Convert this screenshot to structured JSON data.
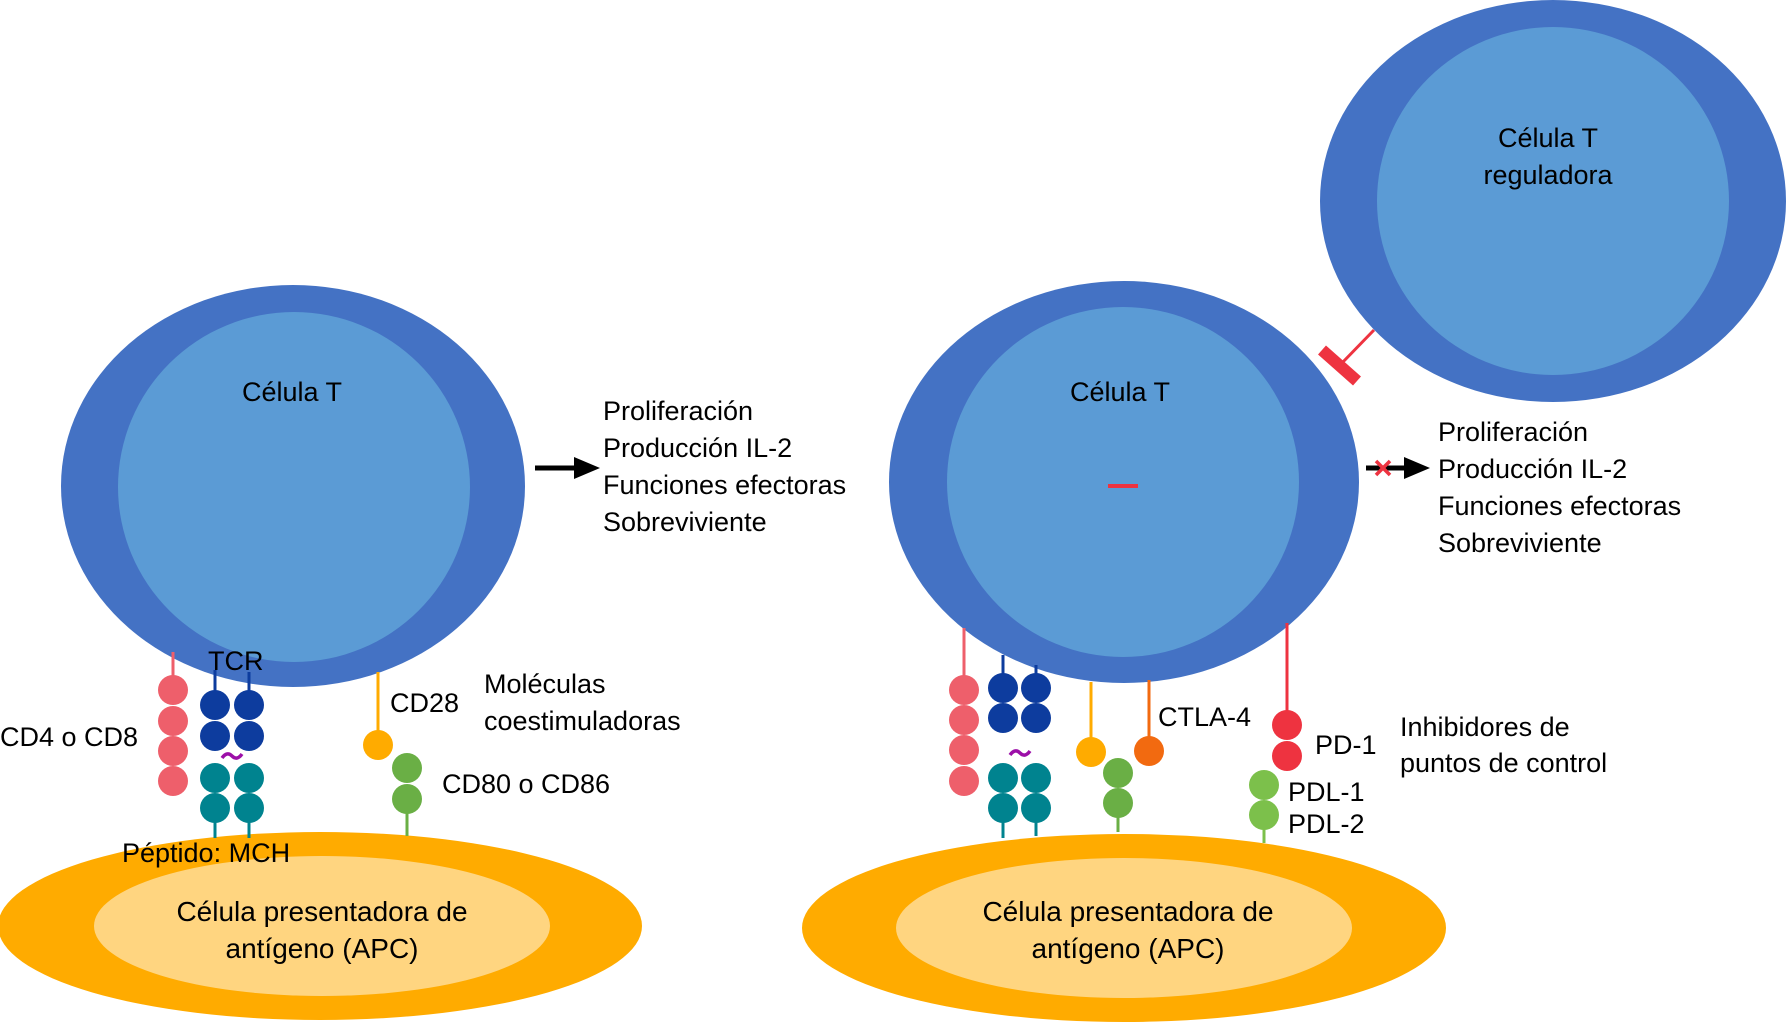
{
  "colors": {
    "cell_outer": "#4472C4",
    "cell_inner": "#5B9BD5",
    "apc_outer": "#FFAB00",
    "apc_inner": "#FFD580",
    "cd4_cd8": "#EE5F6B",
    "tcr": "#0D3C9E",
    "mhc": "#00838F",
    "peptide": "#9C0FA8",
    "cd28": "#FFAB00",
    "cd80_cd86": "#6AAF45",
    "ctla4": "#F26A10",
    "pd1": "#EE3340",
    "pdl": "#7CC04B",
    "inhibit": "#EE3340",
    "arrow": "#000000"
  },
  "left_panel": {
    "t_cell_label": "Célula T",
    "apc_label_line1": "Célula presentadora de",
    "apc_label_line2": "antígeno (APC)",
    "tcr_label": "TCR",
    "cd4_cd8_label": "CD4 o CD8",
    "peptide_mhc_label": "Péptido: MCH",
    "cd28_label": "CD28",
    "costim_label_line1": "Moléculas",
    "costim_label_line2": "coestimuladoras",
    "cd80_cd86_label": "CD80 o CD86",
    "outcomes": [
      "Proliferación",
      "Producción IL-2",
      "Funciones efectoras",
      "Sobreviviente"
    ],
    "arrow_state": "activates"
  },
  "right_panel": {
    "t_cell_label": "Célula T",
    "t_cell_sign": "minus",
    "treg_label_line1": "Célula T",
    "treg_label_line2": "reguladora",
    "apc_label_line1": "Célula presentadora de",
    "apc_label_line2": "antígeno (APC)",
    "ctla4_label": "CTLA-4",
    "pd1_label": "PD-1",
    "pdl1_label": "PDL-1",
    "pdl2_label": "PDL-2",
    "checkpoint_label_line1": "Inhibidores de",
    "checkpoint_label_line2": "puntos de control",
    "outcomes": [
      "Proliferación",
      "Producción IL-2",
      "Funciones efectoras",
      "Sobreviviente"
    ],
    "arrow_state": "blocked"
  }
}
